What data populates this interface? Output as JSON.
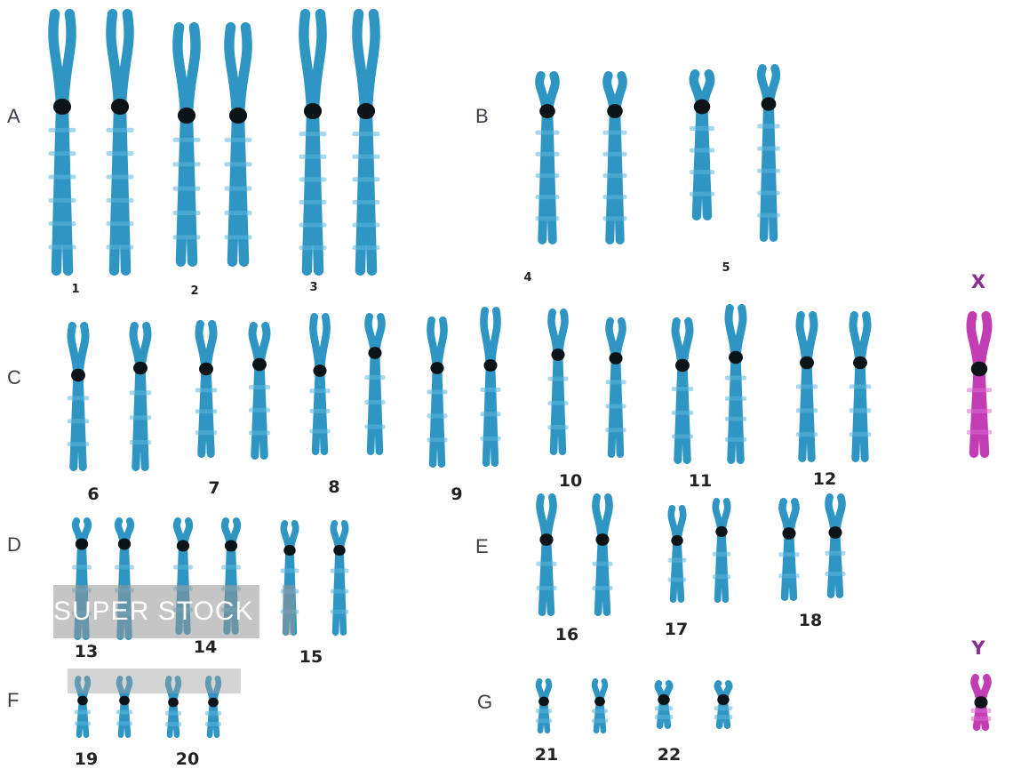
{
  "colors": {
    "autosome": "#2f95c2",
    "autosome_light": "#5db7dc",
    "centromere": "#0d1418",
    "sex": "#c23cb4",
    "sex_light": "#dd6ad2"
  },
  "groups": {
    "A": "A",
    "B": "B",
    "C": "C",
    "D": "D",
    "E": "E",
    "F": "F",
    "G": "G"
  },
  "pairs": {
    "p1": "1",
    "p2": "2",
    "p3": "3",
    "p4": "4",
    "p5": "5",
    "p6": "6",
    "p7": "7",
    "p8": "8",
    "p9": "9",
    "p10": "10",
    "p11": "11",
    "p12": "12",
    "p13": "13",
    "p14": "14",
    "p15": "15",
    "p16": "16",
    "p17": "17",
    "p18": "18",
    "p19": "19",
    "p20": "20",
    "p21": "21",
    "p22": "22"
  },
  "sex": {
    "x": "X",
    "y": "Y"
  },
  "watermark": {
    "text": "SUPER STOCK"
  }
}
